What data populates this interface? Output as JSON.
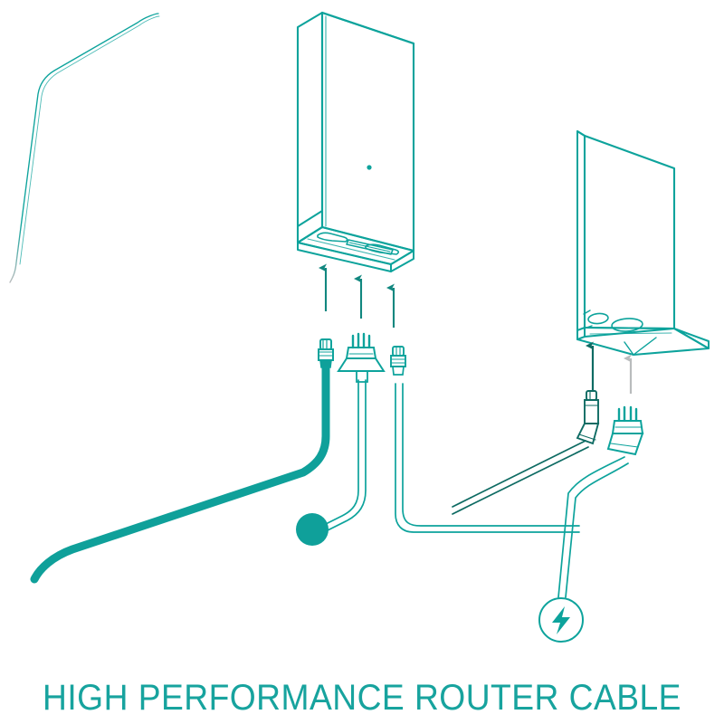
{
  "document": {
    "type": "technical-product-illustration",
    "subject": "high performance router cable",
    "background_color": "#ffffff"
  },
  "caption": {
    "title": "HIGH PERFORMANCE ROUTER CABLE",
    "color": "#17A39E"
  },
  "palette": {
    "teal_bright": "#0DA39C",
    "teal_solid": "#0FA09A",
    "teal_dark": "#0E6B63",
    "teal_mid": "#11877F",
    "gray_light": "#B9BCBD",
    "white": "#ffffff"
  },
  "devices": [
    {
      "id": "router-primary",
      "name": "primary router",
      "description": "tall vertical slab router shown in isometric line art, ports on underside",
      "led_indicator": "single small dot on front panel",
      "port_count": 3,
      "outline_color": "#0DA39C"
    },
    {
      "id": "router-secondary",
      "name": "secondary router",
      "description": "thin vertical slab router shown in isometric line art, tilted, ports on underside",
      "port_count": 2,
      "outline_color": "#0DA39C"
    }
  ],
  "connectors": [
    {
      "id": "connector-ethernet-left",
      "name": "ethernet plug",
      "style": "solid filled",
      "color": "#0FA09A",
      "attaches_to": "router-primary"
    },
    {
      "id": "connector-multipin-center",
      "name": "multi-pin power plug",
      "style": "outline",
      "color": "#0DA39C",
      "attaches_to": "router-primary"
    },
    {
      "id": "connector-small-right",
      "name": "compact data plug",
      "style": "outline",
      "color": "#0DA39C",
      "attaches_to": "router-primary"
    },
    {
      "id": "connector-narrow-dark",
      "name": "narrow plug",
      "style": "outline dark",
      "color": "#0E6B63",
      "attaches_to": "router-secondary"
    },
    {
      "id": "connector-multipin-right",
      "name": "multi-pin power plug",
      "style": "outline",
      "color": "#0DA39C",
      "attaches_to": "router-secondary"
    }
  ],
  "cables": [
    {
      "id": "cable-thick-solid",
      "name": "heavy gauge cable",
      "style": "solid stroke",
      "color": "#0FA09A",
      "path_note": "runs from left plug down and sweeps to lower-left corner"
    },
    {
      "id": "cable-outline-center",
      "name": "center outline cable",
      "style": "double-line outline",
      "color": "#0DA39C",
      "terminal": "filled round end cap"
    },
    {
      "id": "cable-outline-right",
      "name": "right outline cable",
      "style": "double-line outline",
      "color": "#0DA39C",
      "path_note": "routes down then right toward secondary router"
    },
    {
      "id": "cable-dark-diagonal",
      "name": "dark diagonal cable",
      "style": "double-line outline dark",
      "color": "#0E6B63"
    },
    {
      "id": "cable-power-lightning",
      "name": "power cable",
      "style": "double-line outline",
      "color": "#0DA39C",
      "terminal": "lightning bolt badge"
    },
    {
      "id": "cable-thin-topleft",
      "name": "thin run cable",
      "style": "hairline",
      "color": "#0DA39C",
      "path_note": "long bent hairline in upper-left corner fading to gray"
    }
  ],
  "arrows": {
    "primary_group": {
      "name": "insertion arrows primary",
      "count": 3,
      "direction": "up",
      "color": "#11877F"
    },
    "secondary_group": {
      "name": "insertion arrows secondary",
      "count": 2,
      "direction": "up",
      "colors": [
        "#0E6B63",
        "#B9BCBD"
      ]
    }
  },
  "badges": [
    {
      "id": "badge-power",
      "name": "lightning-bolt-icon",
      "shape": "circle with bolt glyph",
      "color": "#0DA39C"
    },
    {
      "id": "badge-endcap",
      "name": "cable-end-cap",
      "shape": "filled circle",
      "color": "#0FA09A"
    }
  ]
}
